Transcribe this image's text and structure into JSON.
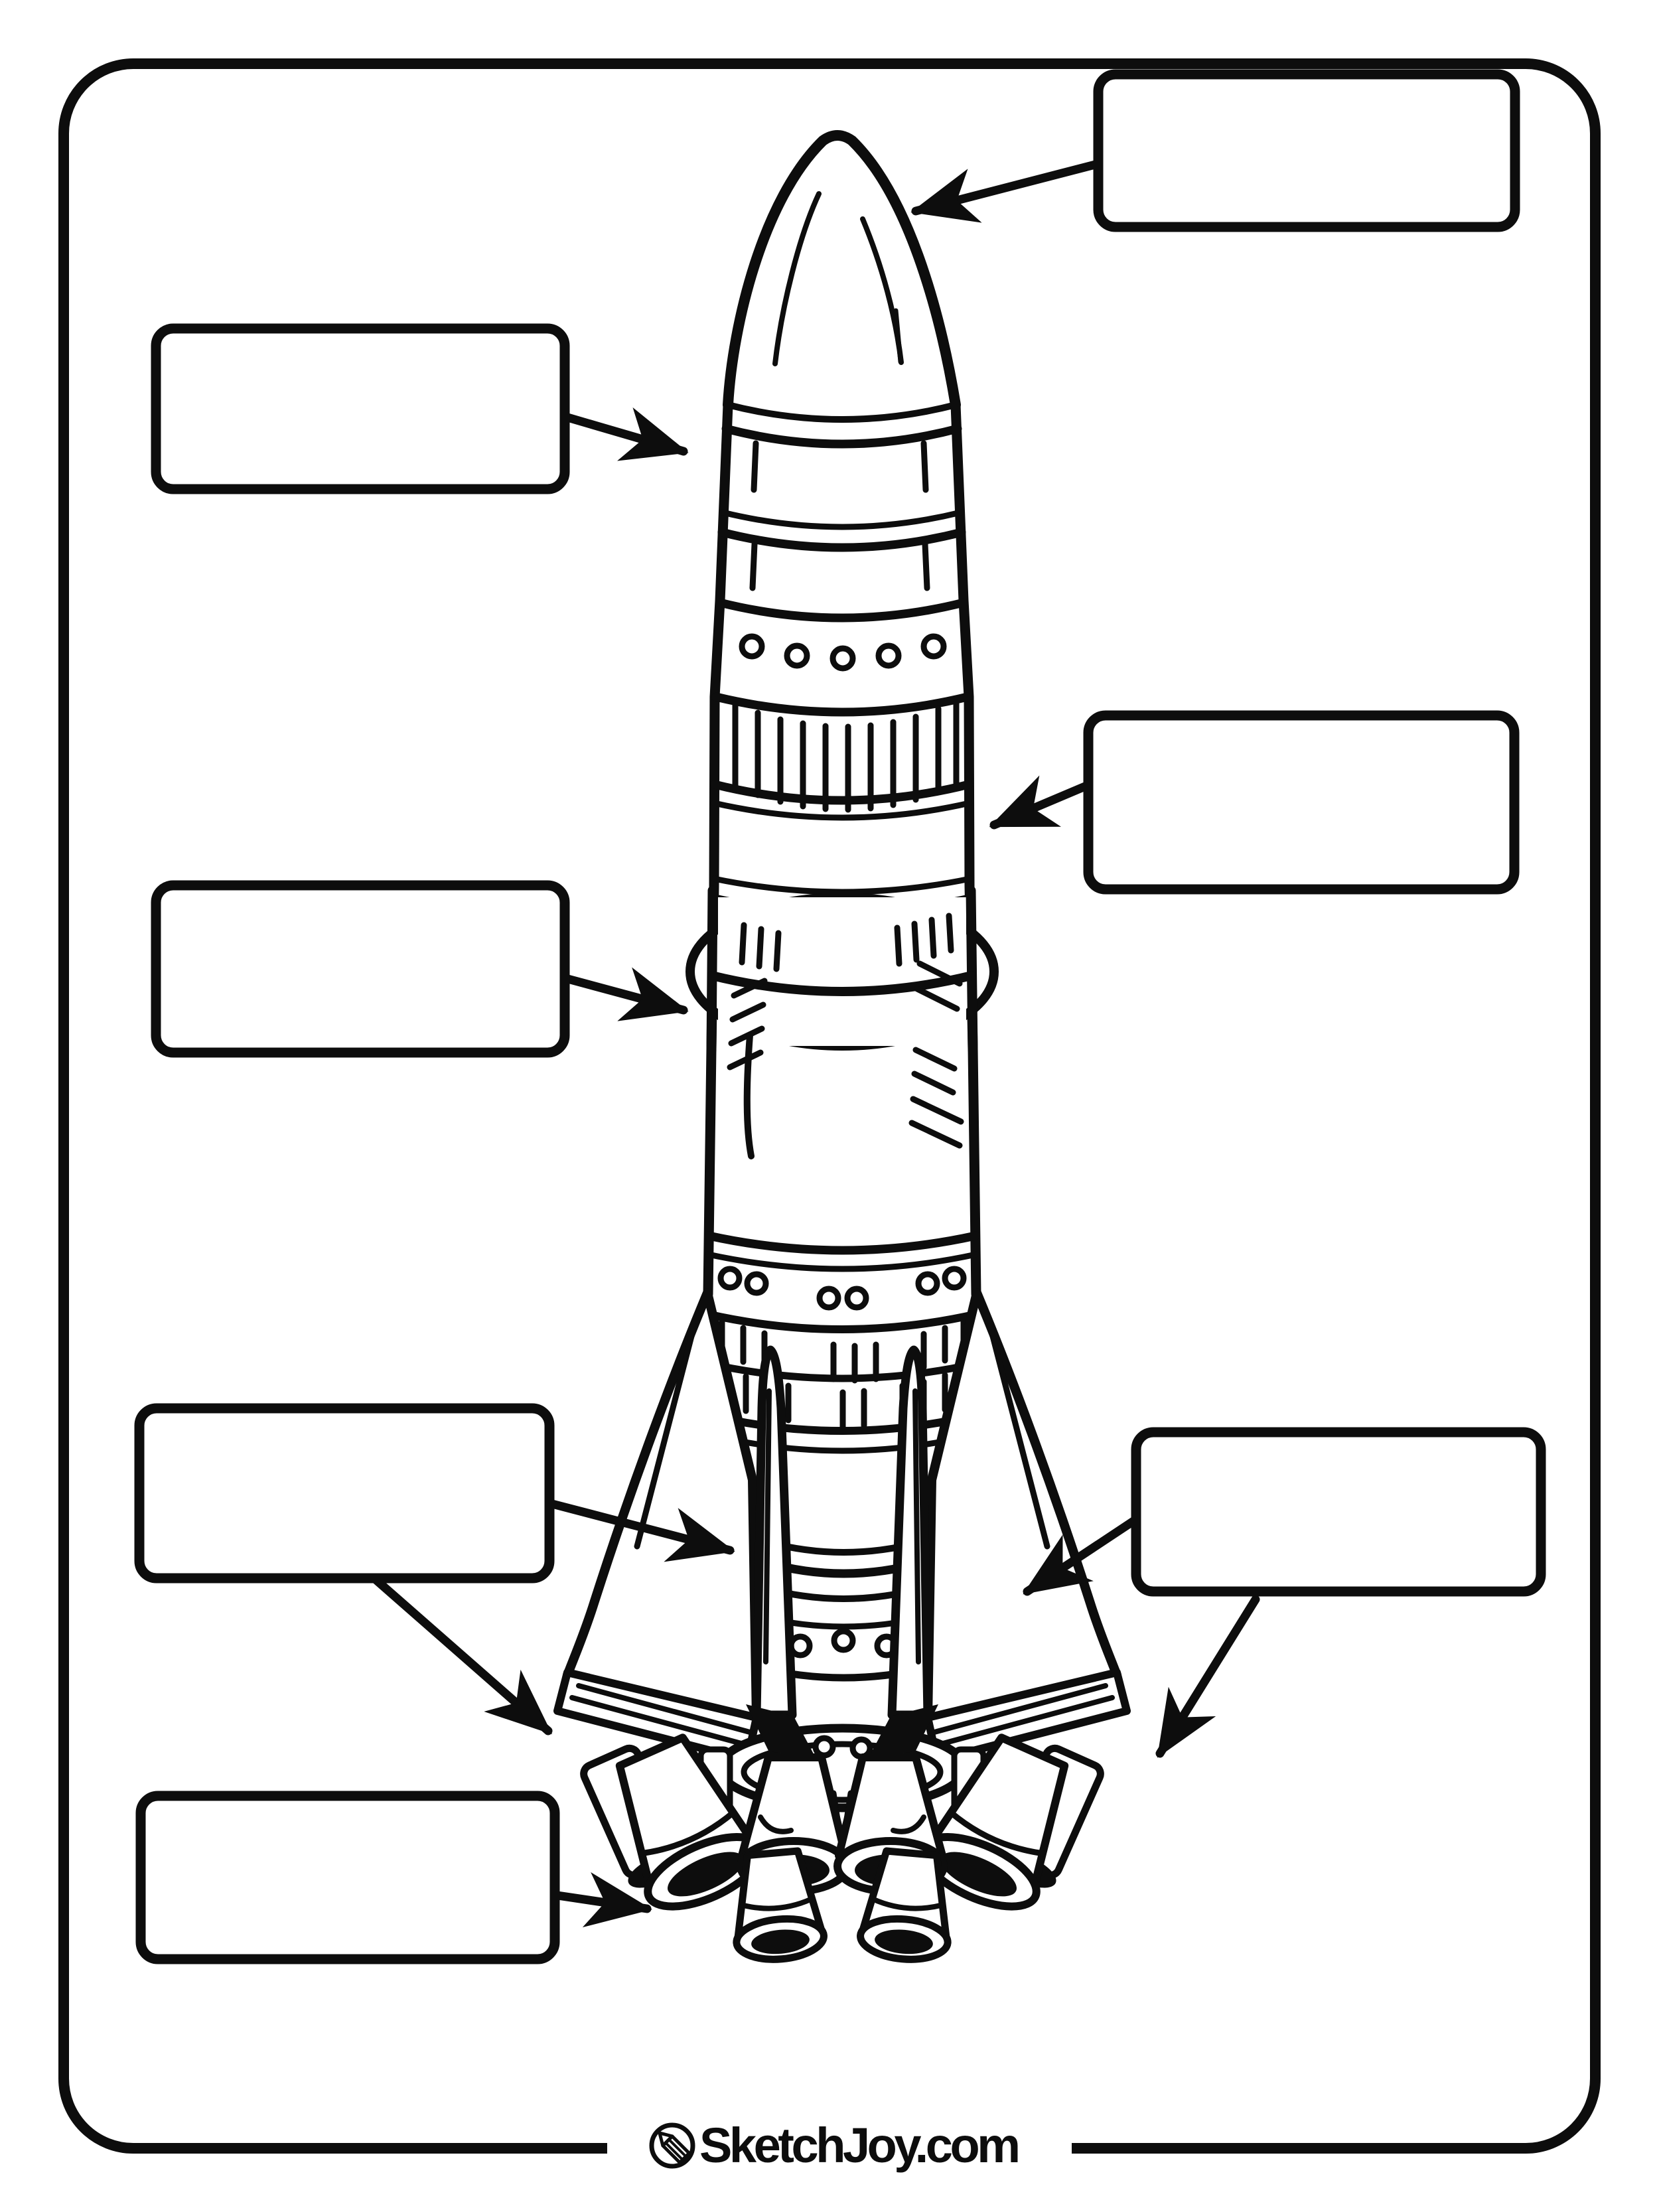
{
  "colors": {
    "ink": "#0d0d0d",
    "paper": "#ffffff"
  },
  "worksheet": {
    "subject_icon": "rocket-line-art",
    "label_boxes": [
      {
        "id": "nose-cone",
        "value": ""
      },
      {
        "id": "upper-body-left",
        "value": ""
      },
      {
        "id": "mid-body-right",
        "value": ""
      },
      {
        "id": "mid-body-left",
        "value": ""
      },
      {
        "id": "fin-left",
        "value": ""
      },
      {
        "id": "fin-right",
        "value": ""
      },
      {
        "id": "engines",
        "value": ""
      }
    ]
  },
  "footer": {
    "logo_icon": "pencil-icon",
    "logo_text": "SketchJoy.com"
  }
}
